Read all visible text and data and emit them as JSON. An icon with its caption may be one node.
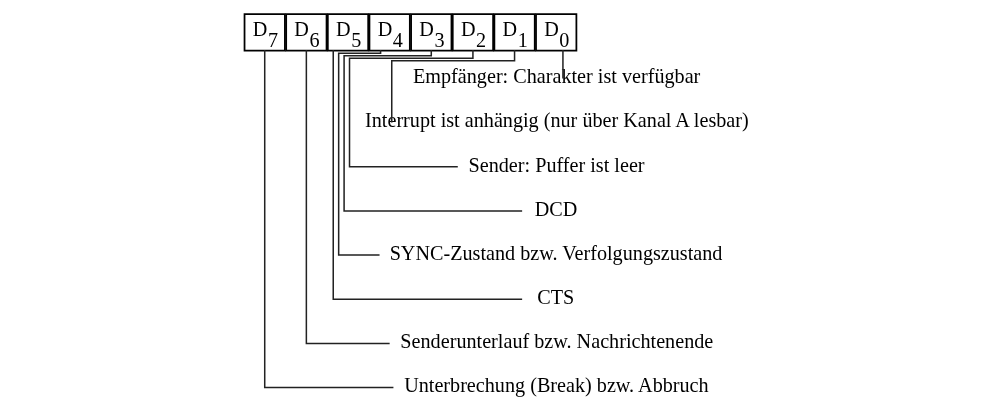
{
  "diagram": {
    "nodes": [
      {
        "text": [
          "D$_{7}$"
        ]
      },
      {
        "text": [
          "D$_{6}$"
        ]
      },
      {
        "text": [
          "D$_{5}$"
        ]
      },
      {
        "text": [
          "D$_{4}$"
        ]
      },
      {
        "text": [
          "D$_{3}$"
        ]
      },
      {
        "text": [
          "D$_{2}$"
        ]
      },
      {
        "text": [
          "D$_{1}$"
        ]
      },
      {
        "text": [
          "D$_{0}$"
        ]
      },
      {
        "text": [
          "Empfänger: Charakter ist verfügbar"
        ]
      },
      {
        "text": [
          "Interrupt ist anhängig (nur über Kanal A lesbar)"
        ]
      },
      {
        "text": [
          "Sender: Puffer ist leer"
        ]
      },
      {
        "text": [
          "DCD"
        ]
      },
      {
        "text": [
          "SYNC-Zustand bzw. Verfolgungszustand"
        ]
      },
      {
        "text": [
          "CTS"
        ]
      },
      {
        "text": [
          "Senderunterlauf bzw. Nachrichtenende"
        ]
      },
      {
        "text": [
          "Unterbrechung (Break) bzw. Abbruch"
        ]
      }
    ],
    "edges": [
      {
        "from": 7,
        "to": 8,
        "arrow": "none"
      },
      {
        "from": 6,
        "to": 9,
        "arrow": "none"
      },
      {
        "from": 5,
        "to": 10,
        "arrow": "none"
      },
      {
        "from": 4,
        "to": 11,
        "arrow": "none"
      },
      {
        "from": 3,
        "to": 12,
        "arrow": "none"
      },
      {
        "from": 2,
        "to": 13,
        "arrow": "none"
      },
      {
        "from": 1,
        "to": 14,
        "arrow": "none"
      },
      {
        "from": 0,
        "to": 15,
        "arrow": "none"
      }
    ]
  }
}
